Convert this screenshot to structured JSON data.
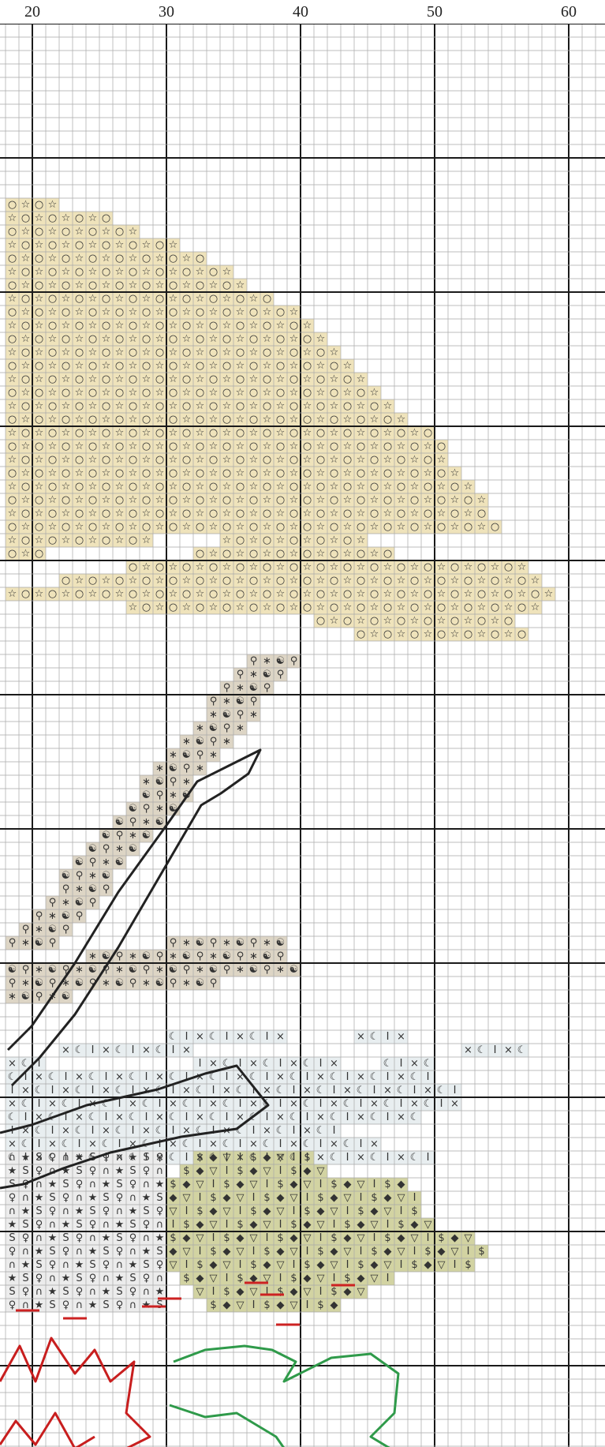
{
  "ruler": {
    "labels": [
      "20",
      "30",
      "40",
      "50",
      "60"
    ]
  },
  "chart_data": {
    "type": "cross-stitch-pattern",
    "columns_range": [
      18,
      63
    ],
    "major_grid_every": 10,
    "minor_grid_every": 1,
    "colors": {
      "background": "#ffffff",
      "minor_grid": "#a8a8a8",
      "major_grid": "#1a1a1a",
      "cloud_fill": "#efe3bb",
      "branch_fill": "#ddd5c5",
      "branch_outline": "#222222",
      "sky_fill": "#e8eef0",
      "flower_outline": "#c81e1e",
      "leaf_fill": "#d2d3a2",
      "leaf_outline": "#2f9a4a",
      "flower_center": "#f0c040",
      "accent_red": "#cc2222"
    },
    "regions": [
      {
        "name": "cloud",
        "symbols": [
          "☆",
          "○"
        ]
      },
      {
        "name": "branches",
        "symbols": [
          "∗",
          "☯",
          "⚲"
        ]
      },
      {
        "name": "sky",
        "symbols": [
          "☾",
          "I",
          "×"
        ]
      },
      {
        "name": "flower",
        "symbols": [
          "S",
          "♀",
          "∩",
          "★"
        ]
      },
      {
        "name": "leaves",
        "symbols": [
          "$",
          "◆",
          "▽",
          "I"
        ]
      }
    ]
  }
}
